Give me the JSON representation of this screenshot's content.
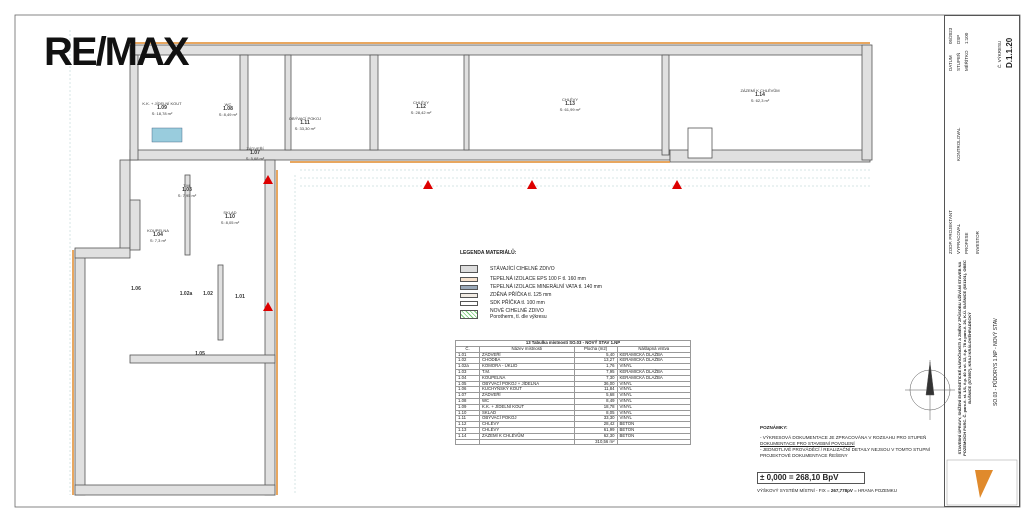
{
  "logo": "RE/MAX",
  "rooms": [
    {
      "name": "K.K. + JÍDELNÍ KOUT",
      "num": "1.09",
      "area": "S: 18,78 m²"
    },
    {
      "name": "WC",
      "num": "1.08",
      "area": "S: 8,49 m²"
    },
    {
      "name": "OBÝVACÍ POKOJ",
      "num": "1.11",
      "area": "S: 33,30 m²"
    },
    {
      "name": "ZÁDVEŘÍ",
      "num": "1.07",
      "area": "S: 5,68 m²"
    },
    {
      "name": "CHLÉVY",
      "num": "1.12",
      "area": "S: 28,42 m²"
    },
    {
      "name": "CHLÉVY",
      "num": "1.13",
      "area": "S: 61,99 m²"
    },
    {
      "name": "ZÁZEMÍ K CHLÉVŮM",
      "num": "1.14",
      "area": "S: 62,3 m²"
    },
    {
      "name": "T.M.",
      "num": "1.03",
      "area": "S: 7,95 m²"
    },
    {
      "name": "SKLAD",
      "num": "1.10",
      "area": "S: 8,05 m²"
    },
    {
      "name": "KOUPELNA",
      "num": "1.04",
      "area": "S: 7,3 m²"
    },
    {
      "name": "",
      "num": "1.06",
      "area": ""
    },
    {
      "name": "",
      "num": "1.02a",
      "area": ""
    },
    {
      "name": "",
      "num": "1.02",
      "area": ""
    },
    {
      "name": "",
      "num": "1.01",
      "area": ""
    },
    {
      "name": "",
      "num": "1.05",
      "area": ""
    }
  ],
  "legend": {
    "title": "LEGENDA MATERIÁLŮ:",
    "items": [
      "STÁVAJÍCÍ CIHELNÉ ZDIVO",
      "TEPELNÁ IZOLACE EPS 100 F tl. 160 mm",
      "TEPELNÁ IZOLACE MINERÁLNÍ VATA tl. 140 mm",
      "ZDĚNÁ PŘÍČKA tl. 125 mm",
      "SDK PŘÍČKA tl. 100 mm",
      "NOVÉ CIHELNÉ ZDIVO"
    ],
    "note": "Porotherm, tl. dle výkresu"
  },
  "table": {
    "title": "13 Tabulka místností SO.03 - NOVÝ STAV 1.NP",
    "headers": [
      "Č.",
      "Název místnosti",
      "Plocha (m2)",
      "Nášlapná vrstva"
    ],
    "rows": [
      [
        "1.01",
        "ZÁDVEŘÍ",
        "5,40",
        "KERAMICKÁ DLAŽBA"
      ],
      [
        "1.02",
        "CHODBA",
        "13,27",
        "KERAMICKÁ DLAŽBA"
      ],
      [
        "1.02a",
        "KOMORA - ÚKLID",
        "1,76",
        "VINYL"
      ],
      [
        "1.03",
        "T.M.",
        "7,95",
        "KERAMICKÁ DLAŽBA"
      ],
      [
        "1.04",
        "KOUPELNA",
        "7,30",
        "KERAMICKÁ DLAŽBA"
      ],
      [
        "1.05",
        "OBÝVACÍ POKOJ + JÍDELNA",
        "36,00",
        "VINYL"
      ],
      [
        "1.06",
        "KUCHYŇSKÝ KOUT",
        "11,84",
        "VINYL"
      ],
      [
        "1.07",
        "ZÁDVEŘÍ",
        "5,68",
        "VINYL"
      ],
      [
        "1.08",
        "WC",
        "8,49",
        "VINYL"
      ],
      [
        "1.09",
        "K.K. + JÍDELNÍ KOUT",
        "18,78",
        "VINYL"
      ],
      [
        "1.10",
        "SKLAD",
        "8,05",
        "VINYL"
      ],
      [
        "1.11",
        "OBÝVACÍ POKOJ",
        "33,30",
        "VINYL"
      ],
      [
        "1.12",
        "CHLÉVY",
        "28,42",
        "BETON"
      ],
      [
        "1.13",
        "CHLÉVY",
        "61,99",
        "BETON"
      ],
      [
        "1.14",
        "ZÁZEMÍ K CHLÉVŮM",
        "62,30",
        "BETON"
      ]
    ],
    "total": "310,56 m²"
  },
  "notes": {
    "title": "POZNÁMKY:",
    "line1": "- VÝKRESOVÁ DOKUMENTACE JE ZPRACOVÁNA V ROZSAHU PRO STUPEŇ ",
    "line1_link": "DOKUMENTACE PRO STAVEBNÍ POVOLENÍ",
    "line2": "- JEDNOTLIVÉ PROVÁDĚCÍ / REALIZAČNÍ DETAILY NEJSOU V TOMTO STUPNÍ PROJEKTOVÉ DOKUMENTACE ŘEŠENY",
    "elevation": "± 0,000 = 268,10 BpV",
    "fix_prefix": "VÝŠKOVÝ SYSTÉM MÍSTNÍ - FIX  = ",
    "fix_value": "267,778pV",
    "fix_suffix": " = HRANA POZEMKU"
  },
  "title_block": {
    "drawing_no": "D.1.1.20",
    "drawing_no_label": "Č. VÝKRESU",
    "date_label": "DATUM",
    "date": "05/2023",
    "stage_label": "STUPEŇ",
    "stage": "DSP",
    "scale_label": "MĚŘÍTKO",
    "scale": "1:100",
    "drawing_name": "SO.03 - PŮDORYS 1.NP - NOVÝ STAV",
    "project": "STAVEBNÍ ÚPRAVY, SNÍŽENÍ ENERGETICKÉ NÁROČNOSTI A ZMĚNY ZPŮSOBU UŽÍVÁNÍ STAVEB NA POZEMCÍCH PARC. Č. parc.č. st. 1/1, č.p. 40 a st. 12, č.p. 78 a parc.č. 26, K.Ú. BAŠNICE (601101), OBEC BAŠNICE (573957), KRAJ KRÁLOVÉHRADECKÝ",
    "rows": [
      "ZODP. PROJEKTANT",
      "VYPRACOVAL",
      "PROFESE",
      "INVESTOR",
      "KONTROLOVAL"
    ]
  }
}
